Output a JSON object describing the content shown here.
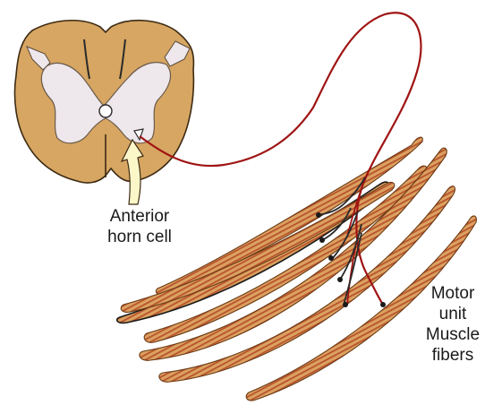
{
  "labels": {
    "anterior_horn_line1": "Anterior",
    "anterior_horn_line2": "horn cell",
    "motor_unit_line1": "Motor",
    "motor_unit_line2": "unit",
    "motor_unit_line3": "Muscle",
    "motor_unit_line4": "fibers"
  },
  "colors": {
    "gray_matter": "#d6a662",
    "white_matter_cavity": "#eee7ec",
    "muscle_fill": "#dba160",
    "muscle_stripe": "#b8532d",
    "red_axon": "#a01414",
    "black_axon": "#2a2a2a",
    "arrow_fill": "#fbf7c8"
  }
}
